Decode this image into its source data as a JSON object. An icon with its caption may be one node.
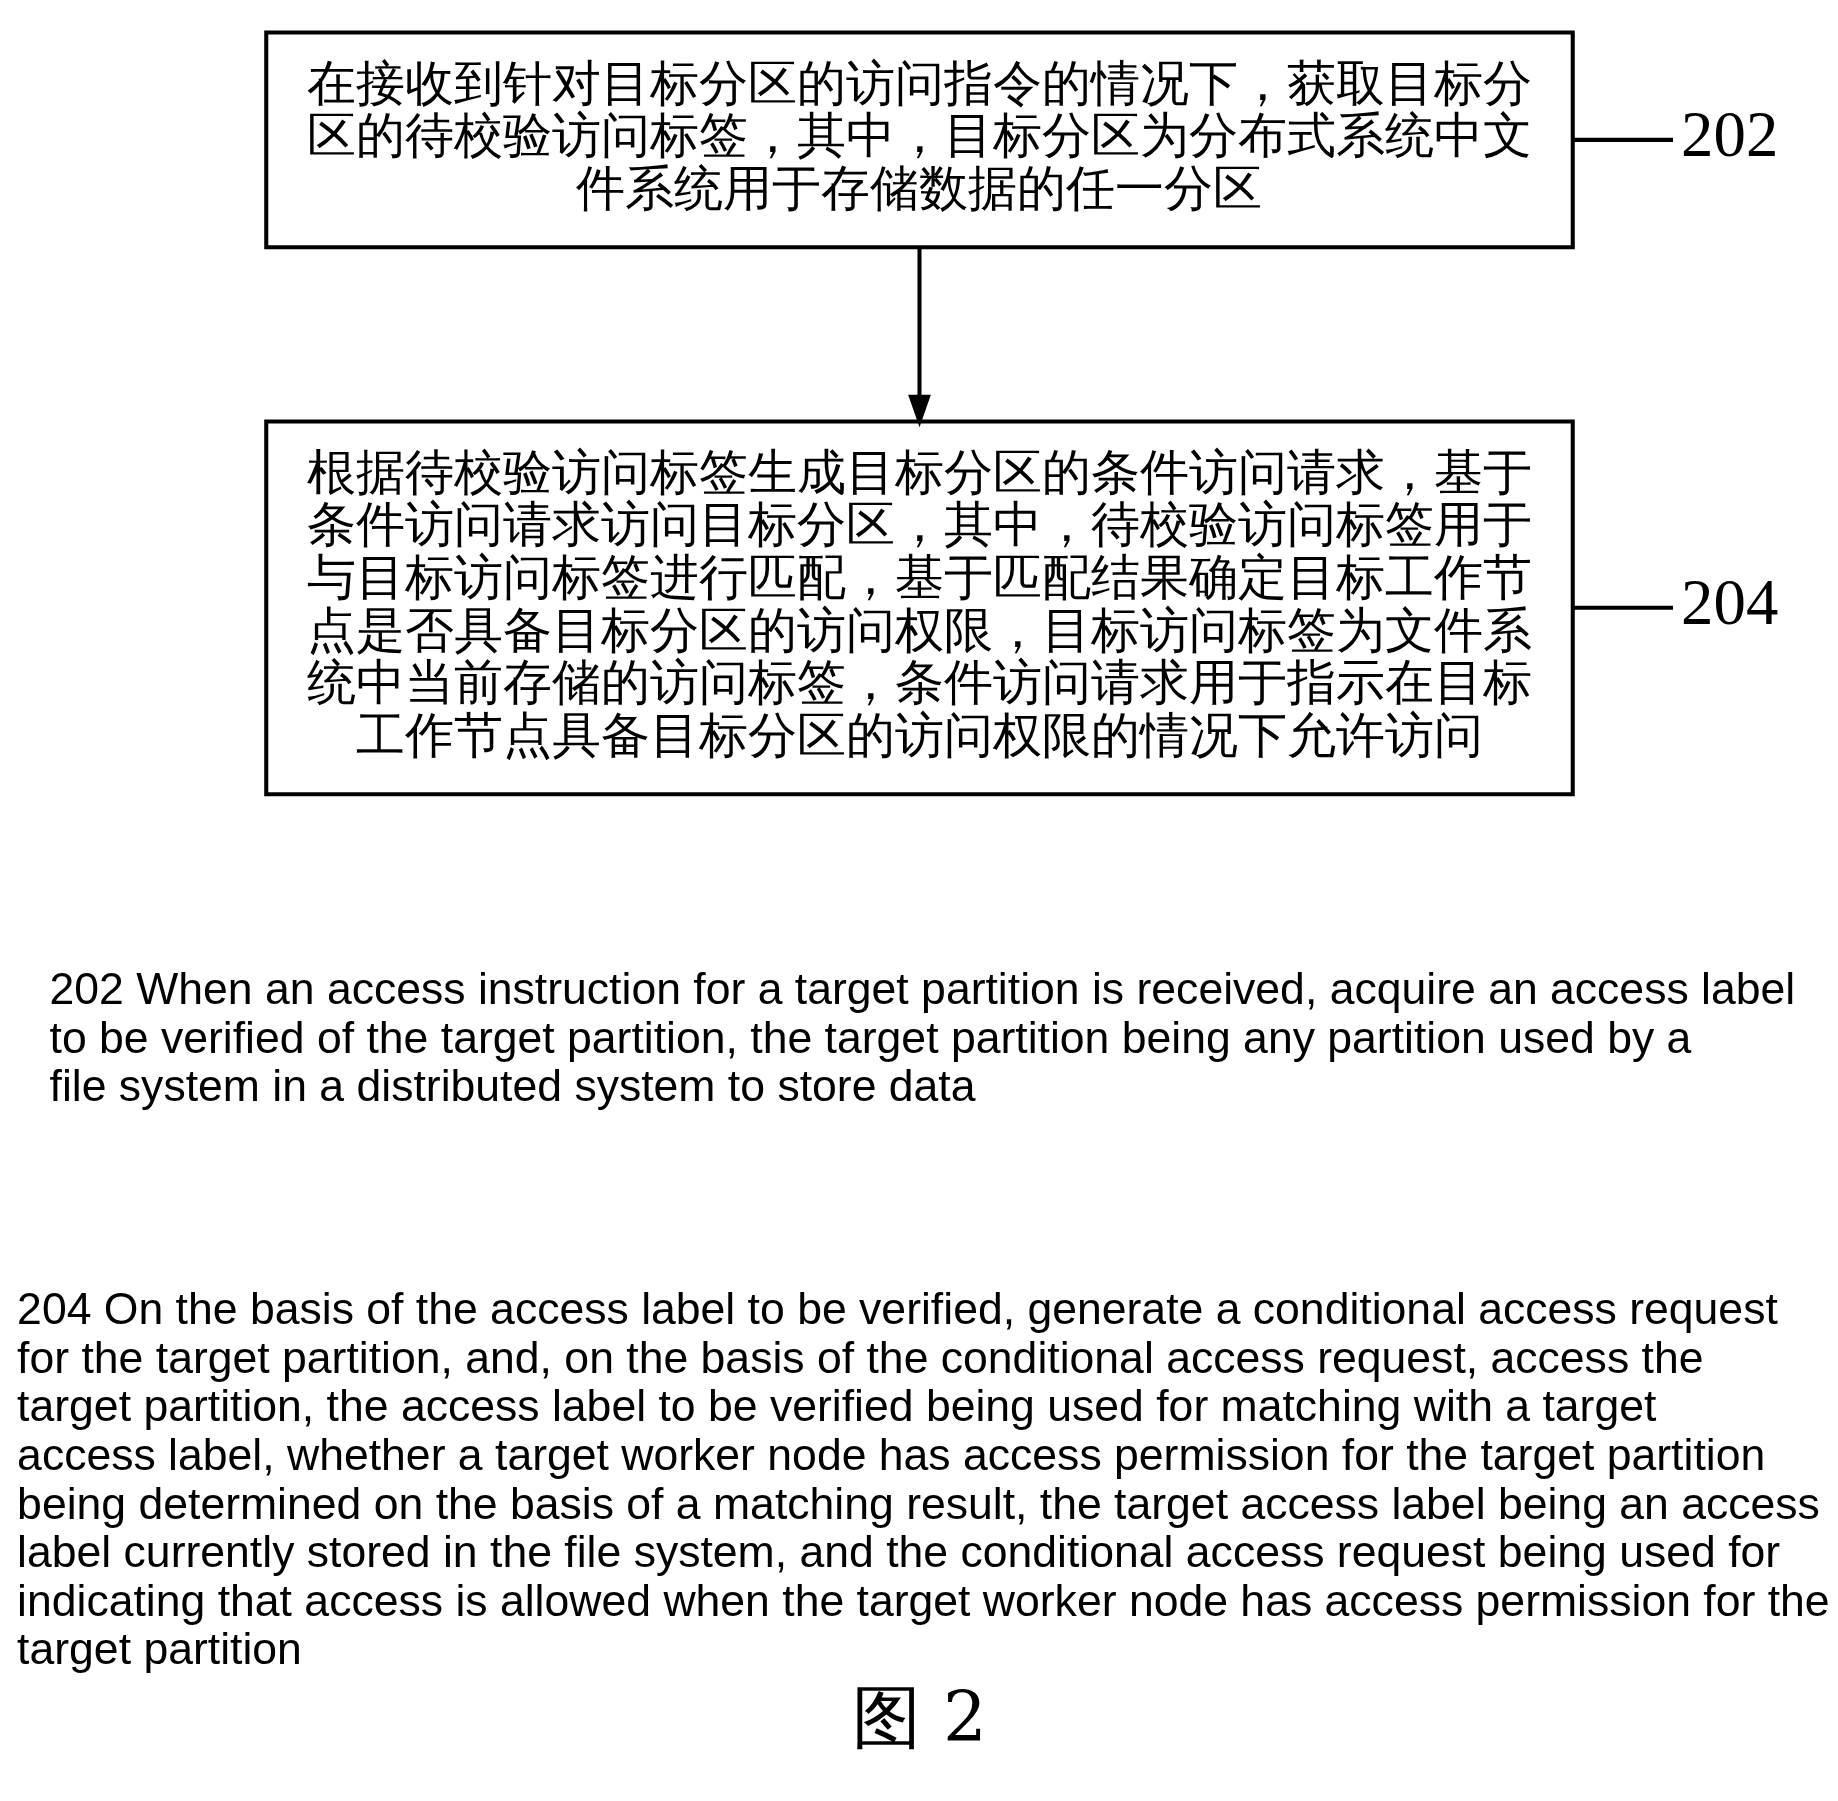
{
  "diagram": {
    "caption": "图 2",
    "nodes": [
      {
        "text": [
          "在接收到针对目标分区的访问指令的情况下，获取目标分区的待校验访问标签，其中，目标分区为分布式系统中文件系统用于存储数据的任一分区"
        ]
      },
      {
        "text": [
          "202"
        ]
      },
      {
        "text": [
          "根据待校验访问标签生成目标分区的条件访问请求，基于条件访问请求访问目标分区，其中，待校验访问标签用于与目标访问标签进行匹配，基于匹配结果确定目标工作节点是否具备目标分区的访问权限，目标访问标签为文件系统中当前存储的访问标签，条件访问请求用于指示在目标工作节点具备目标分区的访问权限的情况下允许访问"
        ]
      },
      {
        "text": [
          "204"
        ]
      }
    ],
    "edges": [
      {
        "from": 0,
        "to": 2,
        "arrow": "to"
      },
      {
        "from": 1,
        "to": 0,
        "arrow": "none"
      },
      {
        "from": 3,
        "to": 2,
        "arrow": "none"
      }
    ],
    "labels": [
      "202 When an access instruction for a target partition is received, acquire an access label to be verified of the target partition, the target partition being any partition used by a file system in a distributed system to store data",
      "204 On the basis of the access label to be verified, generate a conditional access request for the target partition, and, on the basis of the conditional access request, access the target partition, the access label to be verified being used for matching with a target access label, whether a target worker node has access permission for the target partition being determined on the basis of a matching result, the target access label being an access label currently stored in the file system, and the conditional access request being used for indicating that access is allowed when the target worker node has access permission for the target partition"
    ]
  }
}
